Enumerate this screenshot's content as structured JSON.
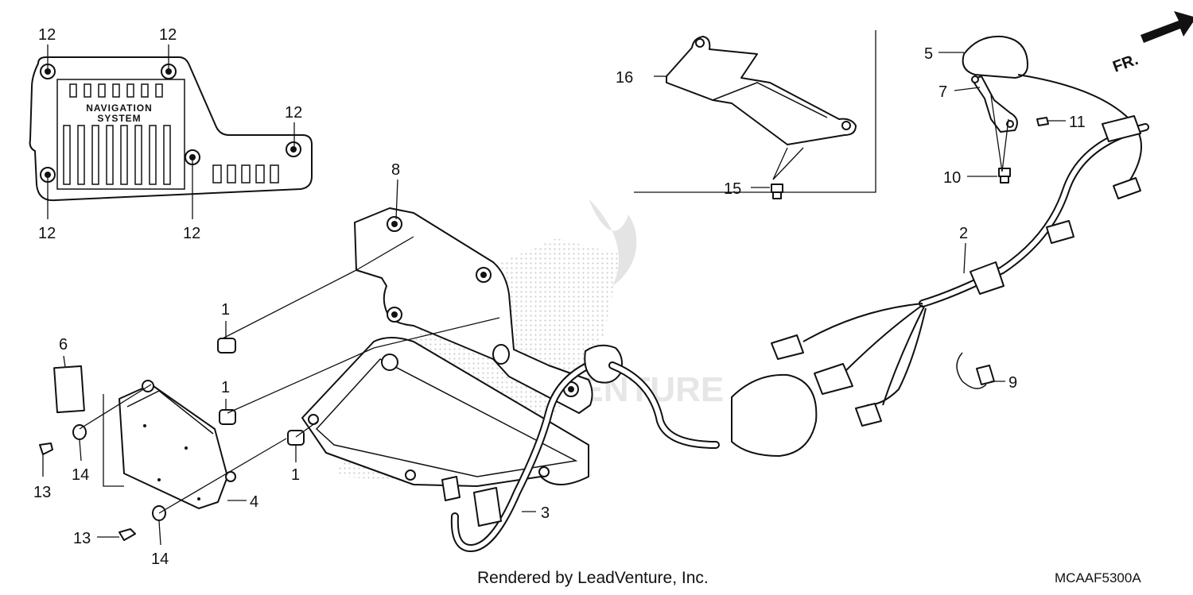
{
  "diagram": {
    "cover_text_line1": "NAVIGATION",
    "cover_text_line2": "SYSTEM",
    "front_indicator": "FR.",
    "watermark_text": "VENTURE",
    "callouts": [
      "12",
      "12",
      "12",
      "12",
      "12",
      "8",
      "16",
      "15",
      "5",
      "7",
      "11",
      "10",
      "2",
      "1",
      "1",
      "1",
      "6",
      "14",
      "14",
      "13",
      "13",
      "4",
      "3",
      "9"
    ]
  },
  "footer": {
    "credit": "Rendered by LeadVenture, Inc.",
    "code": "MCAAF5300A"
  },
  "colors": {
    "line": "#111111",
    "background": "#ffffff",
    "watermark": "#dcdcdc"
  }
}
